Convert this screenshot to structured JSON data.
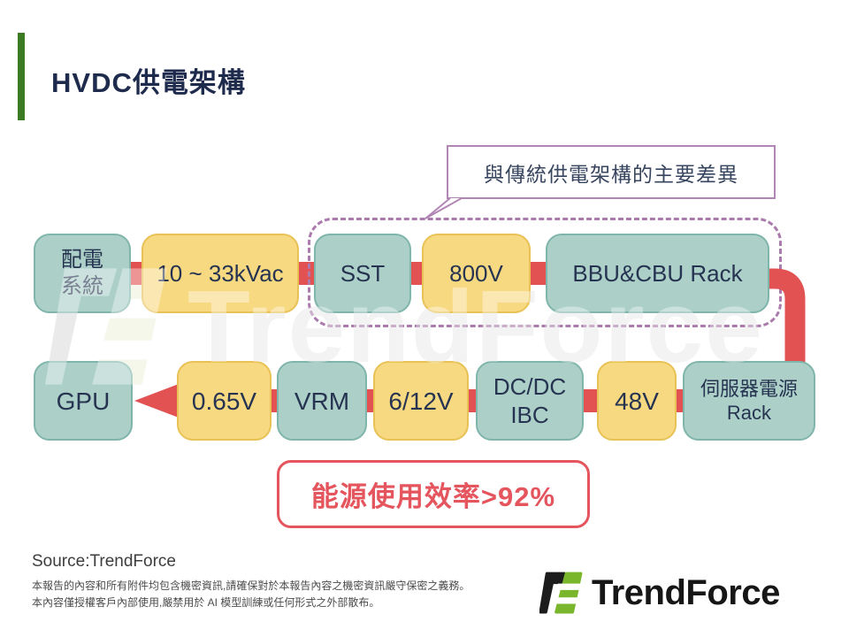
{
  "header": {
    "title": "HVDC供電架構"
  },
  "callout": {
    "label": "與傳統供電架構的主要差異"
  },
  "flow": {
    "top": [
      {
        "label": "配電\n系統",
        "style": "teal"
      },
      {
        "label": "10 ~ 33kVac",
        "style": "yellow"
      },
      {
        "label": "SST",
        "style": "teal"
      },
      {
        "label": "800V",
        "style": "yellow"
      },
      {
        "label": "BBU&CBU Rack",
        "style": "teal"
      }
    ],
    "bottom": [
      {
        "label": "GPU",
        "style": "teal"
      },
      {
        "label": "0.65V",
        "style": "yellow"
      },
      {
        "label": "VRM",
        "style": "teal"
      },
      {
        "label": "6/12V",
        "style": "yellow"
      },
      {
        "label": "DC/DC\nIBC",
        "style": "teal"
      },
      {
        "label": "48V",
        "style": "yellow"
      },
      {
        "label": "伺服器電源\nRack",
        "style": "teal"
      }
    ]
  },
  "efficiency": {
    "label": "能源使用效率>92%"
  },
  "footer": {
    "source": "Source:TrendForce",
    "disclaimer_line1": "本報告的內容和所有附件均包含機密資訊,請確保對於本報告內容之機密資訊嚴守保密之義務。",
    "disclaimer_line2": "本內容僅授權客戶內部使用,嚴禁用於 AI 模型訓練或任何形式之外部散布。",
    "logo_text": "TrendForce"
  },
  "watermark": {
    "text": "TrendForce"
  },
  "colors": {
    "teal": "#acd0c8",
    "teal_border": "#7fb5aa",
    "yellow": "#f7d981",
    "yellow_border": "#e8c157",
    "red": "#e25252",
    "mauve": "#aa7bac",
    "efficiency_red": "#e4555e",
    "title_navy": "#1f2b4d",
    "green_bar": "#3c7a23",
    "logo_green": "#7ab62c"
  }
}
